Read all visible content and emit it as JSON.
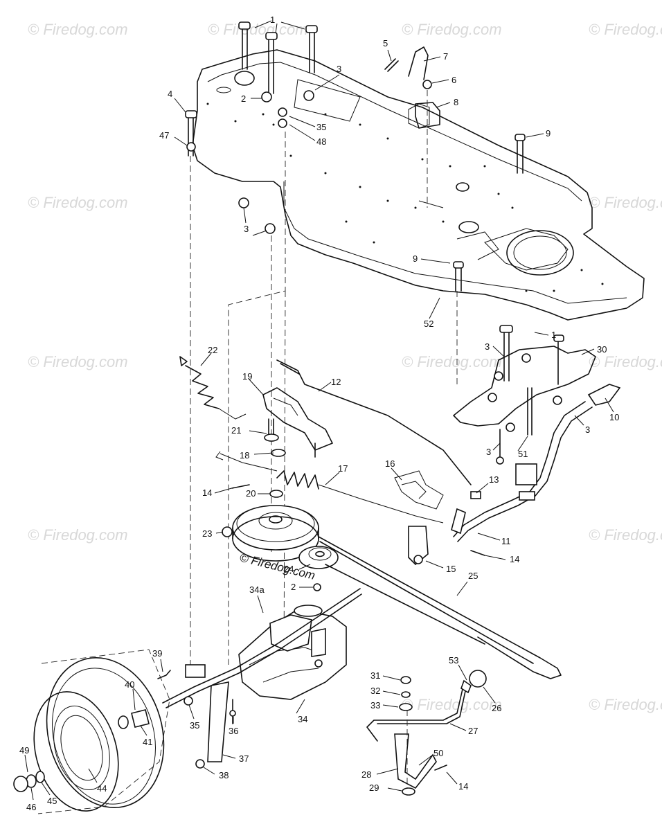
{
  "watermark": "© Firedog.com",
  "center_watermark": "© Firedog.com",
  "callouts": [
    {
      "id": "c1a",
      "text": "1"
    },
    {
      "id": "c2a",
      "text": "2"
    },
    {
      "id": "c3a",
      "text": "3"
    },
    {
      "id": "c4",
      "text": "4"
    },
    {
      "id": "c47",
      "text": "47"
    },
    {
      "id": "c35a",
      "text": "35"
    },
    {
      "id": "c48",
      "text": "48"
    },
    {
      "id": "c5",
      "text": "5"
    },
    {
      "id": "c7",
      "text": "7"
    },
    {
      "id": "c6",
      "text": "6"
    },
    {
      "id": "c8",
      "text": "8"
    },
    {
      "id": "c9a",
      "text": "9"
    },
    {
      "id": "c3b",
      "text": "3"
    },
    {
      "id": "c9b",
      "text": "9"
    },
    {
      "id": "c52",
      "text": "52"
    },
    {
      "id": "c1b",
      "text": "1"
    },
    {
      "id": "c3c",
      "text": "3"
    },
    {
      "id": "c30",
      "text": "30"
    },
    {
      "id": "c10",
      "text": "10"
    },
    {
      "id": "c3d",
      "text": "3"
    },
    {
      "id": "c3e",
      "text": "3"
    },
    {
      "id": "c51",
      "text": "51"
    },
    {
      "id": "c22",
      "text": "22"
    },
    {
      "id": "c19",
      "text": "19"
    },
    {
      "id": "c12",
      "text": "12"
    },
    {
      "id": "c21",
      "text": "21"
    },
    {
      "id": "c18",
      "text": "18"
    },
    {
      "id": "c16",
      "text": "16"
    },
    {
      "id": "c17",
      "text": "17"
    },
    {
      "id": "c13",
      "text": "13"
    },
    {
      "id": "c14a",
      "text": "14"
    },
    {
      "id": "c20",
      "text": "20"
    },
    {
      "id": "c11",
      "text": "11"
    },
    {
      "id": "c23",
      "text": "23"
    },
    {
      "id": "c14b",
      "text": "14"
    },
    {
      "id": "c15",
      "text": "15"
    },
    {
      "id": "c24",
      "text": "24"
    },
    {
      "id": "c25",
      "text": "25"
    },
    {
      "id": "c2b",
      "text": "2"
    },
    {
      "id": "c34a",
      "text": "34a"
    },
    {
      "id": "c39",
      "text": "39"
    },
    {
      "id": "c40",
      "text": "40"
    },
    {
      "id": "c41",
      "text": "41"
    },
    {
      "id": "c35b",
      "text": "35"
    },
    {
      "id": "c36",
      "text": "36"
    },
    {
      "id": "c34",
      "text": "34"
    },
    {
      "id": "c37",
      "text": "37"
    },
    {
      "id": "c38",
      "text": "38"
    },
    {
      "id": "c49",
      "text": "49"
    },
    {
      "id": "c44",
      "text": "44"
    },
    {
      "id": "c46",
      "text": "46"
    },
    {
      "id": "c45",
      "text": "45"
    },
    {
      "id": "c53",
      "text": "53"
    },
    {
      "id": "c26",
      "text": "26"
    },
    {
      "id": "c31",
      "text": "31"
    },
    {
      "id": "c32",
      "text": "32"
    },
    {
      "id": "c33",
      "text": "33"
    },
    {
      "id": "c27",
      "text": "27"
    },
    {
      "id": "c50",
      "text": "50"
    },
    {
      "id": "c28",
      "text": "28"
    },
    {
      "id": "c29",
      "text": "29"
    },
    {
      "id": "c14c",
      "text": "14"
    }
  ]
}
